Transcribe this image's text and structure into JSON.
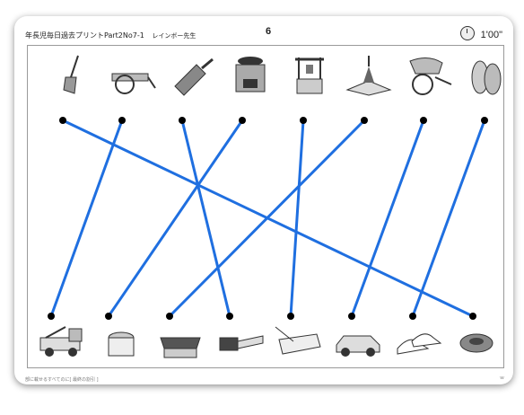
{
  "header": {
    "title": "年長児毎日過去プリントPart2No7-1",
    "teacher": "レインボー先生",
    "page_number": "6",
    "time": "1'00\""
  },
  "top_items": [
    {
      "name": "broom-icon"
    },
    {
      "name": "cannon-cart-icon"
    },
    {
      "name": "bellows-icon"
    },
    {
      "name": "kamado-stove-icon"
    },
    {
      "name": "well-icon"
    },
    {
      "name": "campfire-icon"
    },
    {
      "name": "rickshaw-icon"
    },
    {
      "name": "straw-sandals-icon"
    }
  ],
  "bottom_items": [
    {
      "name": "crane-truck-icon"
    },
    {
      "name": "rice-cooker-icon"
    },
    {
      "name": "ih-cooktop-icon"
    },
    {
      "name": "chainsaw-icon"
    },
    {
      "name": "sink-icon"
    },
    {
      "name": "taxi-icon"
    },
    {
      "name": "sneakers-icon"
    },
    {
      "name": "robot-vacuum-icon"
    }
  ],
  "connections": [
    [
      0,
      7
    ],
    [
      1,
      0
    ],
    [
      2,
      3
    ],
    [
      3,
      1
    ],
    [
      4,
      4
    ],
    [
      5,
      2
    ],
    [
      6,
      5
    ],
    [
      7,
      6
    ]
  ],
  "footer": {
    "left": "部に載せるすべてのに[ 最終の割引 ]",
    "right": "ｗ"
  },
  "colors": {
    "line": "#1f6fe0",
    "dot": "#000000"
  }
}
